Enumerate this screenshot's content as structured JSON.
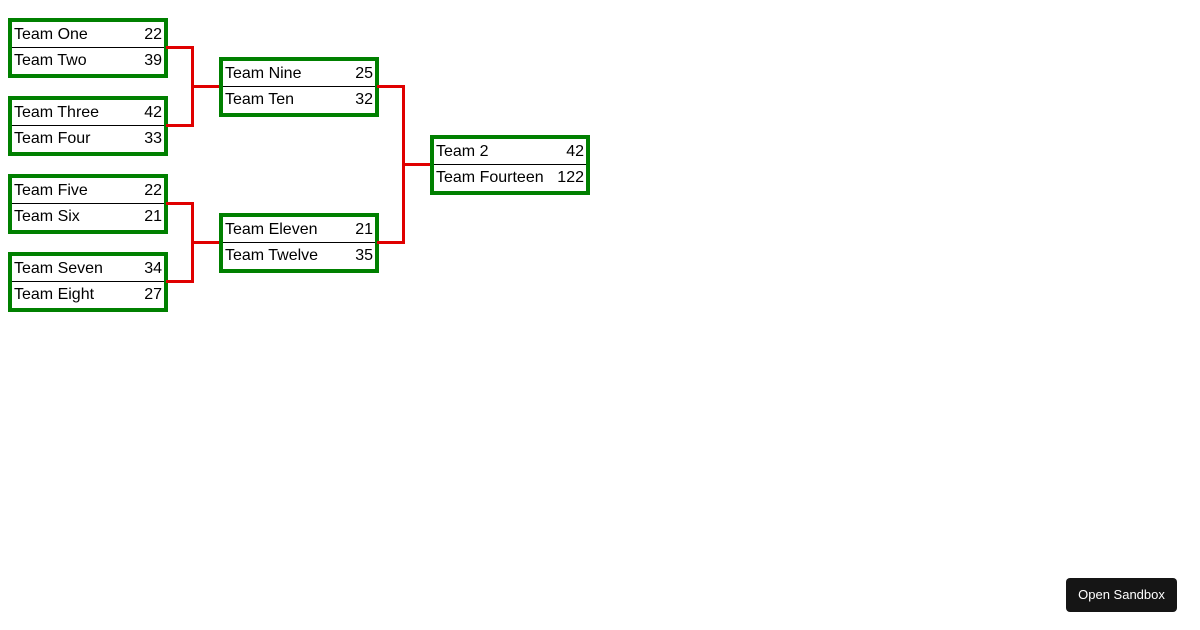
{
  "bracket": {
    "round1": [
      {
        "teams": [
          {
            "name": "Team One",
            "score": "22"
          },
          {
            "name": "Team Two",
            "score": "39"
          }
        ]
      },
      {
        "teams": [
          {
            "name": "Team Three",
            "score": "42"
          },
          {
            "name": "Team Four",
            "score": "33"
          }
        ]
      },
      {
        "teams": [
          {
            "name": "Team Five",
            "score": "22"
          },
          {
            "name": "Team Six",
            "score": "21"
          }
        ]
      },
      {
        "teams": [
          {
            "name": "Team Seven",
            "score": "34"
          },
          {
            "name": "Team Eight",
            "score": "27"
          }
        ]
      }
    ],
    "round2": [
      {
        "teams": [
          {
            "name": "Team Nine",
            "score": "25"
          },
          {
            "name": "Team Ten",
            "score": "32"
          }
        ]
      },
      {
        "teams": [
          {
            "name": "Team Eleven",
            "score": "21"
          },
          {
            "name": "Team Twelve",
            "score": "35"
          }
        ]
      }
    ],
    "round3": [
      {
        "teams": [
          {
            "name": "Team 2",
            "score": "42"
          },
          {
            "name": "Team Fourteen",
            "score": "122"
          }
        ]
      }
    ]
  },
  "colors": {
    "match_border": "#008000",
    "connector": "#e00000",
    "button_bg": "#151515"
  },
  "sandbox_button": {
    "label": "Open Sandbox"
  }
}
